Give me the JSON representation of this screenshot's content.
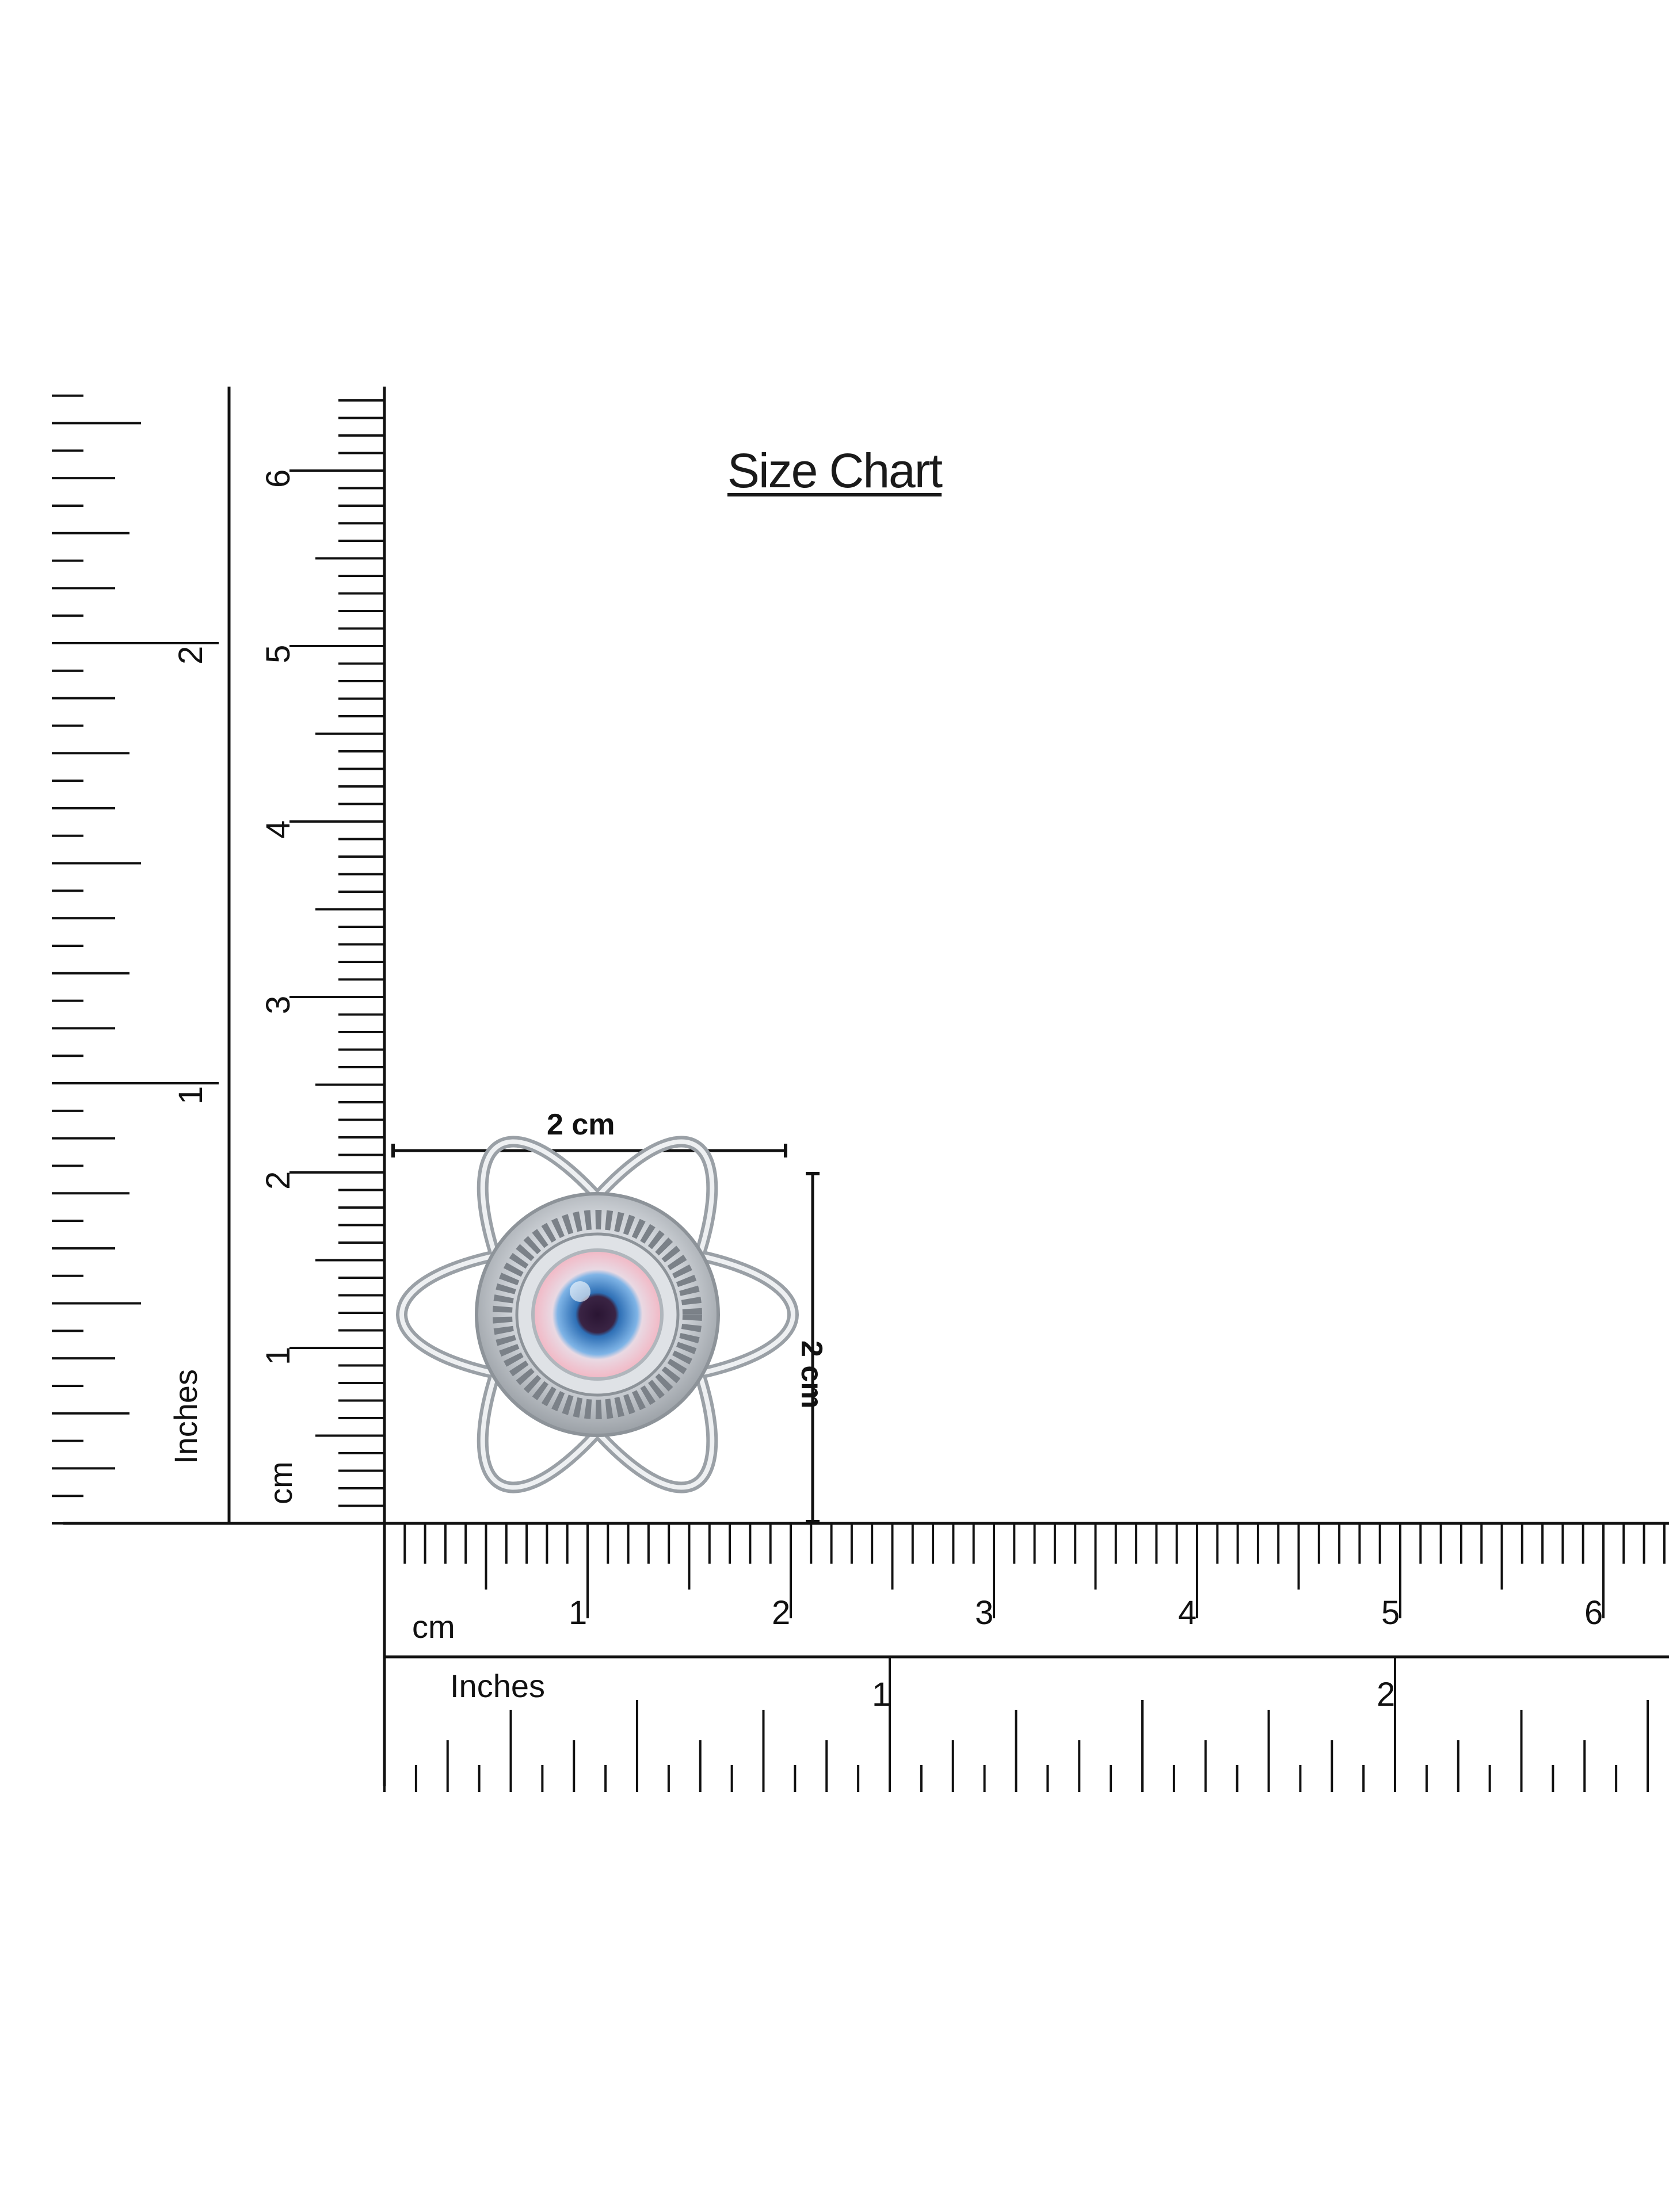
{
  "title": "Size Chart",
  "dimensions": {
    "width_label": "2 cm",
    "height_label": "2 cm"
  },
  "left_ruler": {
    "inches_label": "Inches",
    "cm_label": "cm",
    "inch_numbers": [
      "1",
      "2"
    ],
    "cm_numbers": [
      "1",
      "2",
      "3",
      "4",
      "5",
      "6"
    ]
  },
  "bottom_ruler": {
    "cm_label": "cm",
    "inches_label": "Inches",
    "cm_numbers": [
      "1",
      "2",
      "3",
      "4",
      "5",
      "6"
    ],
    "inch_numbers": [
      "1",
      "2"
    ]
  },
  "product": {
    "name_icon": "evil-eye-flower-pendant-icon",
    "metal_color": "#c9cdd2",
    "eye_color": "#3b7fc4"
  }
}
